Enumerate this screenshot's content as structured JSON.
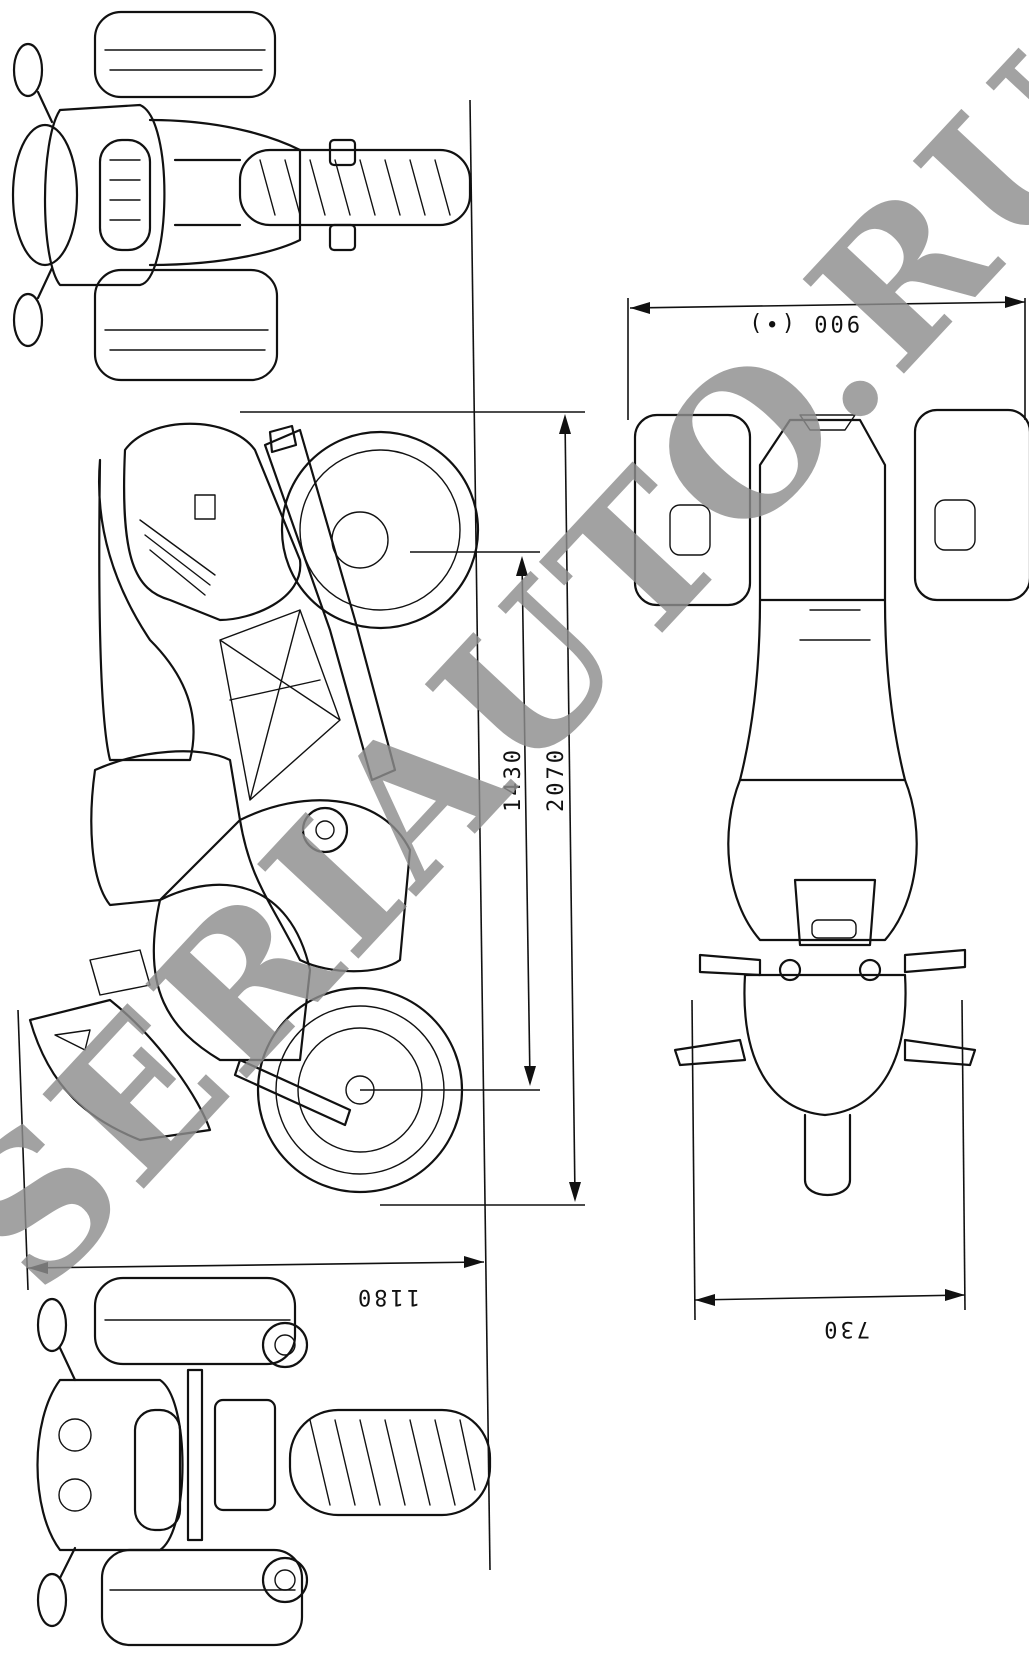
{
  "watermark": "SERIAUTO.RU",
  "dimensions": {
    "wheelbase": "1430",
    "overall_length": "2070",
    "height": "1180",
    "handlebar_width": "730",
    "width_with_cases": "900 (•)"
  },
  "views": [
    {
      "name": "rear-view"
    },
    {
      "name": "side-view"
    },
    {
      "name": "front-view"
    },
    {
      "name": "top-view"
    }
  ]
}
